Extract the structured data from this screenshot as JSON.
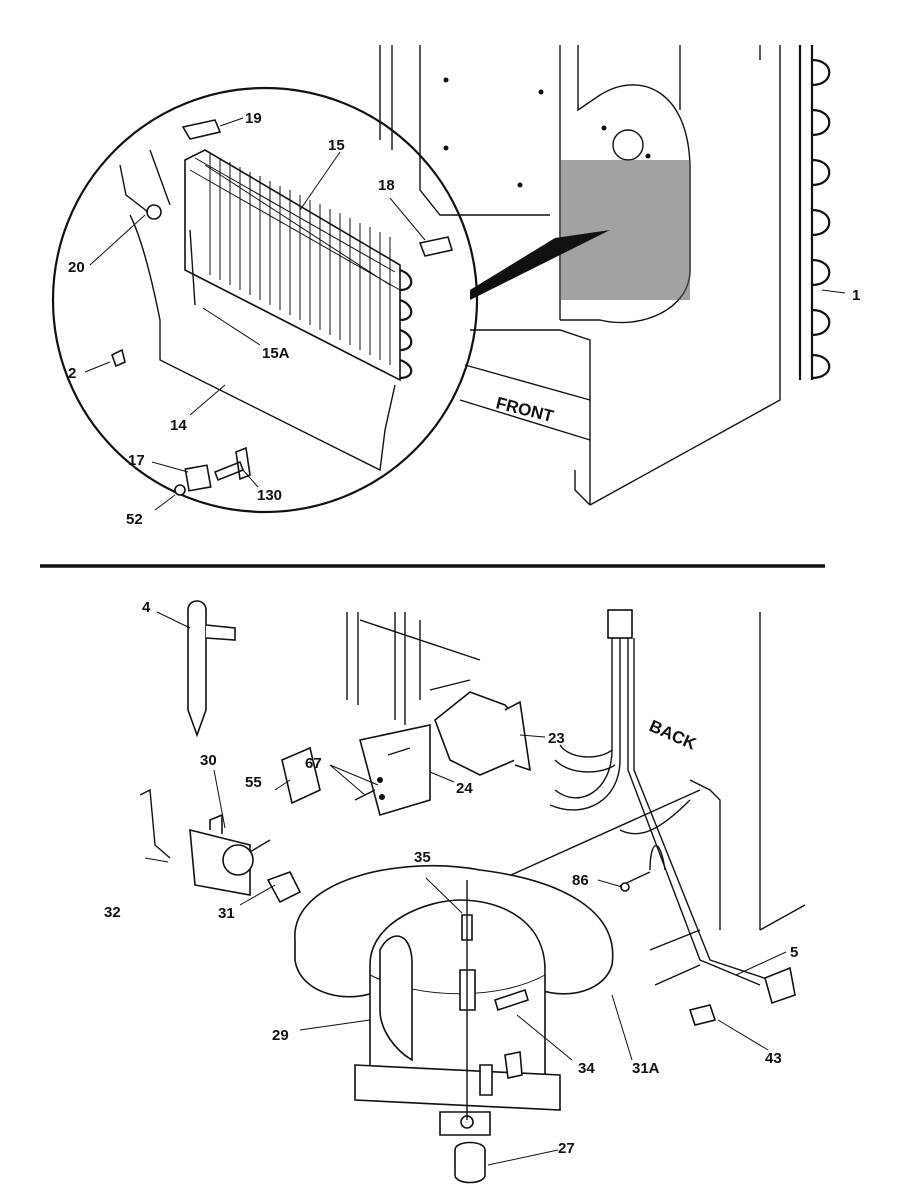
{
  "labels": {
    "l1": "1",
    "l2": "2",
    "l4": "4",
    "l5": "5",
    "l14": "14",
    "l15": "15",
    "l15a": "15A",
    "l17": "17",
    "l18": "18",
    "l19": "19",
    "l20": "20",
    "l23": "23",
    "l24": "24",
    "l27": "27",
    "l29": "29",
    "l30": "30",
    "l31": "31",
    "l31a": "31A",
    "l32": "32",
    "l34": "34",
    "l35": "35",
    "l43": "43",
    "l52": "52",
    "l55": "55",
    "l67": "67",
    "l86": "86",
    "l130": "130"
  },
  "words": {
    "front": "FRONT",
    "back": "BACK"
  }
}
